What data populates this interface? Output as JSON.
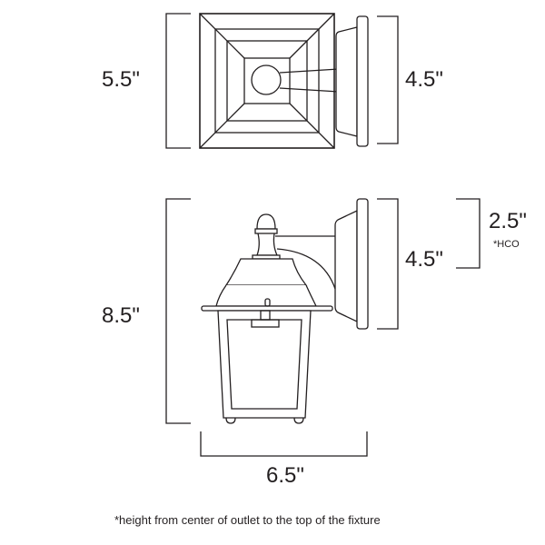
{
  "top_view": {
    "height_label": "5.5\"",
    "backplate_label": "4.5\""
  },
  "side_view": {
    "height_label": "8.5\"",
    "backplate_label": "4.5\"",
    "hco_label": "2.5\"",
    "hco_marker": "*HCO",
    "width_label": "6.5\""
  },
  "footnote": "*height from center of outlet to the top of the fixture",
  "colors": {
    "line": "#231f20",
    "background": "#ffffff"
  }
}
